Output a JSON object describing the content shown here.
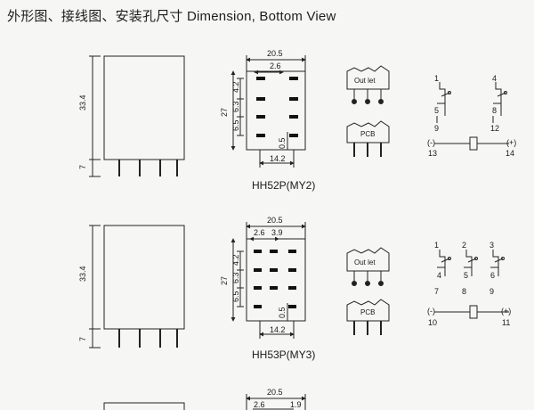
{
  "title": "外形图、接线图、安装孔尺寸 Dimension, Bottom View",
  "relays": [
    {
      "model": "HH52P(MY2)",
      "side": {
        "height": "33.4",
        "pin": "7"
      },
      "bottom": {
        "width": "20.5",
        "pitch_x": "2.6",
        "height": "27",
        "pitch_y1": "4.2",
        "pitch_y2": "6.3",
        "pitch_y3": "6.5",
        "pin_offset": "0.5",
        "span": "14.2"
      },
      "outlet_label": "Out let",
      "pcb_label": "PCB",
      "contacts": [
        {
          "top": "1",
          "mid": "5",
          "bot": "9"
        },
        {
          "top": "4",
          "mid": "8",
          "bot": "12"
        }
      ],
      "coil": {
        "minus": "(-)",
        "plus": "(+)",
        "left_pin": "13",
        "right_pin": "14"
      }
    },
    {
      "model": "HH53P(MY3)",
      "side": {
        "height": "33.4",
        "pin": "7"
      },
      "bottom": {
        "width": "20.5",
        "pitch_x": "2.6",
        "pitch_x2": "3.9",
        "height": "27",
        "pitch_y1": "4.2",
        "pitch_y2": "6.3",
        "pitch_y3": "6.5",
        "pin_offset": "0.5",
        "span": "14.2"
      },
      "outlet_label": "Out let",
      "pcb_label": "PCB",
      "contacts": [
        {
          "top": "1",
          "mid": "4",
          "bot": "7"
        },
        {
          "top": "2",
          "mid": "5",
          "bot": "8"
        },
        {
          "top": "3",
          "mid": "6",
          "bot": "9"
        }
      ],
      "coil": {
        "minus": "(-)",
        "plus": "(+)",
        "left_pin": "10",
        "right_pin": "11"
      }
    },
    {
      "bottom": {
        "width": "20.5",
        "pitch_x": "2.6",
        "pitch_x2": "1.9"
      }
    }
  ]
}
